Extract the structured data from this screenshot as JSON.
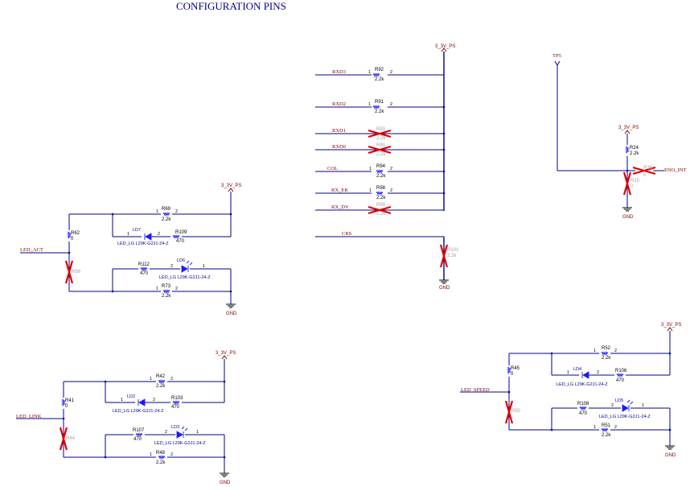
{
  "title": "CONFIGURATION PINS",
  "power": "3_3V_PS",
  "ground": "GND",
  "testpoint": "TP5",
  "pin1": "1",
  "pin2": "2",
  "nets": {
    "rxd3": "RXD3",
    "rxd2": "RXD2",
    "rxd1": "RXD1",
    "rxd0": "RXD0",
    "col": "COL",
    "rx_er": "RX_ER",
    "rx_dv": "RX_DV",
    "crs": "CRS",
    "eno_int": "ENO_INT",
    "led_act": "LED_ACT",
    "led_link": "LED_LINK",
    "led_speed": "LED_SPEED"
  },
  "parts": {
    "r92": "R92",
    "r91": "R91",
    "r93": "R93",
    "r90": "R90",
    "r94": "R94",
    "r98": "R98",
    "r99": "R99",
    "r101": "R101",
    "r24": "R24",
    "r36": "R36",
    "r25": "R25",
    "r69": "R69",
    "r62": "R62",
    "r109": "R109",
    "r58": "R58",
    "r112": "R112",
    "r73": "R73",
    "r42": "R42",
    "r41": "R41",
    "r103": "R103",
    "r44": "R44",
    "r107": "R107",
    "r48": "R48",
    "r52": "R52",
    "r45": "R45",
    "r106": "R106",
    "r50": "R50",
    "r108": "R108",
    "r51": "R51"
  },
  "values": {
    "r22k": "2.2k",
    "r470": "470",
    "r0": "0"
  },
  "leds": {
    "ld7": "LD7",
    "ld6": "LD6",
    "ld2": "LD2",
    "ld3": "LD3",
    "ld4": "LD4",
    "ld5": "LD5"
  },
  "led_part": "LED_LG L29K-G2J1-24-Z"
}
